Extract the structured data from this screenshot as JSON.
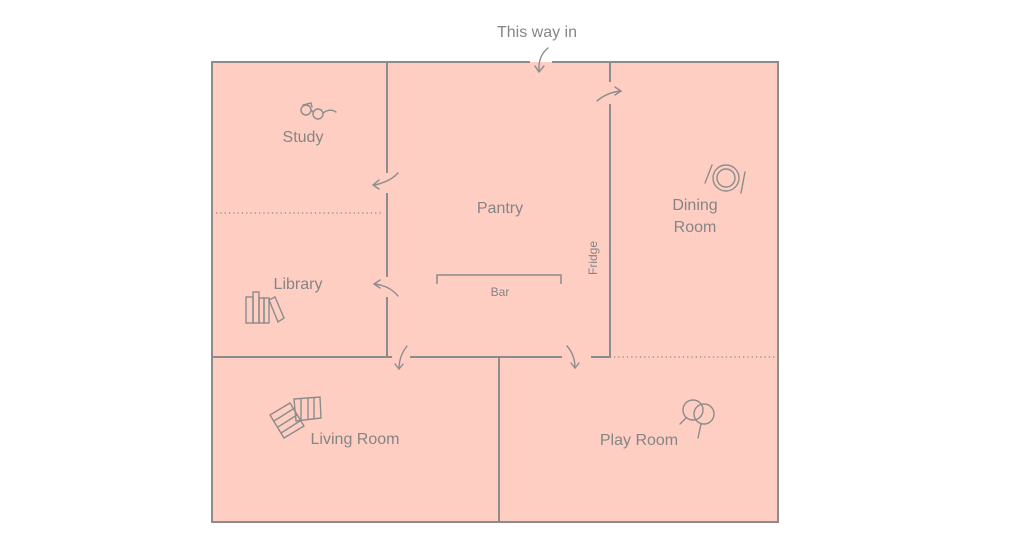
{
  "entrance_label": "This way in",
  "rooms": {
    "study": "Study",
    "library": "Library",
    "pantry": "Pantry",
    "dining": "Dining Room",
    "dining_line1": "Dining",
    "dining_line2": "Room",
    "living": "Living Room",
    "play": "Play Room"
  },
  "fixtures": {
    "bar": "Bar",
    "fridge": "Fridge"
  },
  "colors": {
    "fill": "#ffcec3",
    "line": "#8c8c8c"
  }
}
